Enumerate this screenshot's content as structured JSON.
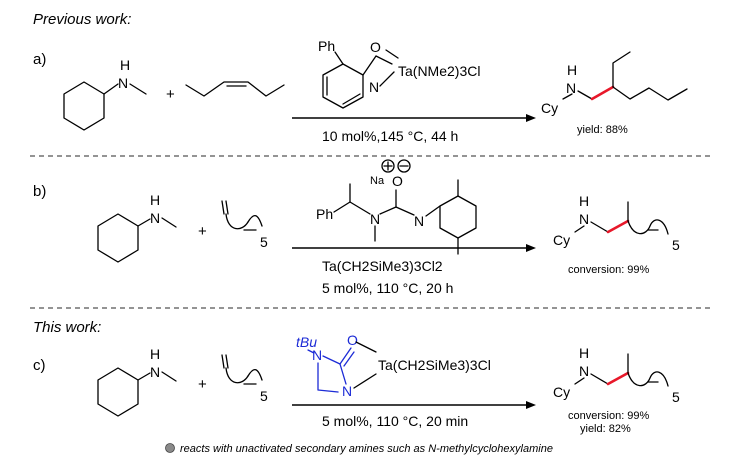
{
  "sections": [
    {
      "header": "Previous work:",
      "label": "a)",
      "reagent": "Ta(NMe2)3Cl",
      "reagent_substituent": "Ph",
      "conditions": [
        "10 mol%,145 °C, 44 h"
      ],
      "product_amine_sub": "Cy",
      "result": [
        "yield: 88%"
      ]
    },
    {
      "label": "b)",
      "reagent_top": "Na",
      "reagent_substituent": "Ph",
      "reagent_metal": "Ta(CH2SiMe3)3Cl2",
      "conditions": [
        "5 mol%, 110 °C, 20 h"
      ],
      "chain_subscript": "5",
      "product_amine_sub": "Cy",
      "result": [
        "conversion: 99%"
      ]
    },
    {
      "header": "This work:",
      "label": "c)",
      "reagent_substituent": "tBu",
      "reagent": "Ta(CH2SiMe3)3Cl",
      "conditions": [
        "5 mol%, 110 °C, 20 min"
      ],
      "chain_subscript": "5",
      "product_amine_sub": "Cy",
      "result": [
        "conversion: 99%",
        "yield: 82%"
      ]
    }
  ],
  "atoms": {
    "H": "H",
    "N": "N",
    "O": "O",
    "plus": "+"
  },
  "footnote": "reacts with unactivated secondary amines such as N-methylcyclohexylamine",
  "colors": {
    "accent_bond": "#e8182a",
    "ligand_blue": "#1c2bd6"
  }
}
